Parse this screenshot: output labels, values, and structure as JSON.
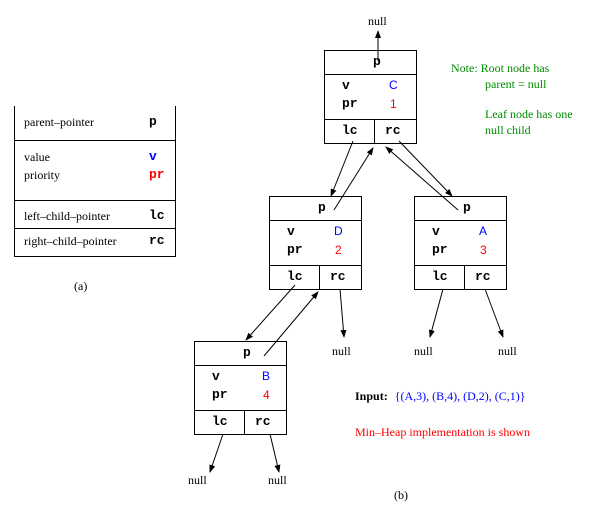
{
  "legend": {
    "rows": [
      {
        "label": "parent–pointer",
        "symbol": "p"
      },
      {
        "label": "value",
        "symbol": "v",
        "color": "#0000ff"
      },
      {
        "label": "priority",
        "symbol": "pr",
        "color": "#ff0000"
      },
      {
        "label": "left–child–pointer",
        "symbol": "lc"
      },
      {
        "label": "right–child–pointer",
        "symbol": "rc"
      }
    ],
    "caption": "(a)"
  },
  "tree": {
    "field_labels": {
      "p": "p",
      "v": "v",
      "pr": "pr",
      "lc": "lc",
      "rc": "rc"
    },
    "nodes": [
      {
        "id": "root",
        "value": "C",
        "priority": "1"
      },
      {
        "id": "left",
        "value": "D",
        "priority": "2"
      },
      {
        "id": "right",
        "value": "A",
        "priority": "3"
      },
      {
        "id": "leftleft",
        "value": "B",
        "priority": "4"
      }
    ],
    "null_label": "null",
    "caption": "(b)"
  },
  "note": {
    "line1": "Note: Root node has",
    "line2": "parent = null",
    "line3": "Leaf node has one",
    "line4": "null child",
    "color": "#008c00"
  },
  "input": {
    "label": "Input:",
    "value": "{(A,3), (B,4), (D,2), (C,1)}",
    "color": "#0000ff"
  },
  "footer_note": {
    "text": "Min–Heap implementation is shown",
    "color": "#ff0000"
  }
}
